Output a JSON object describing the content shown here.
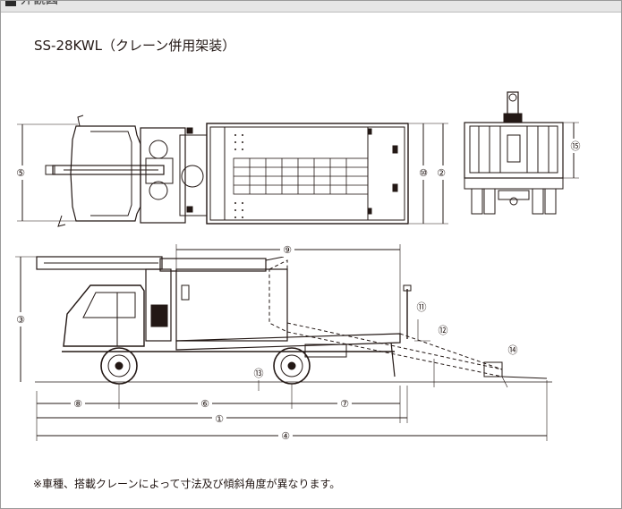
{
  "header": {
    "title": "外観図"
  },
  "model_label": "SS-28KWL（クレーン併用架装）",
  "footnote": "※車種、搭載クレーンによって寸法及び傾斜角度が異なります。",
  "dimension_markers": [
    "①",
    "②",
    "③",
    "④",
    "⑤",
    "⑥",
    "⑦",
    "⑧",
    "⑨",
    "⑩",
    "⑪",
    "⑫",
    "⑬",
    "⑭",
    "⑮"
  ],
  "colors": {
    "line": "#231815",
    "header_bg": "#e6e6e6",
    "frame": "#9a9a9a"
  }
}
